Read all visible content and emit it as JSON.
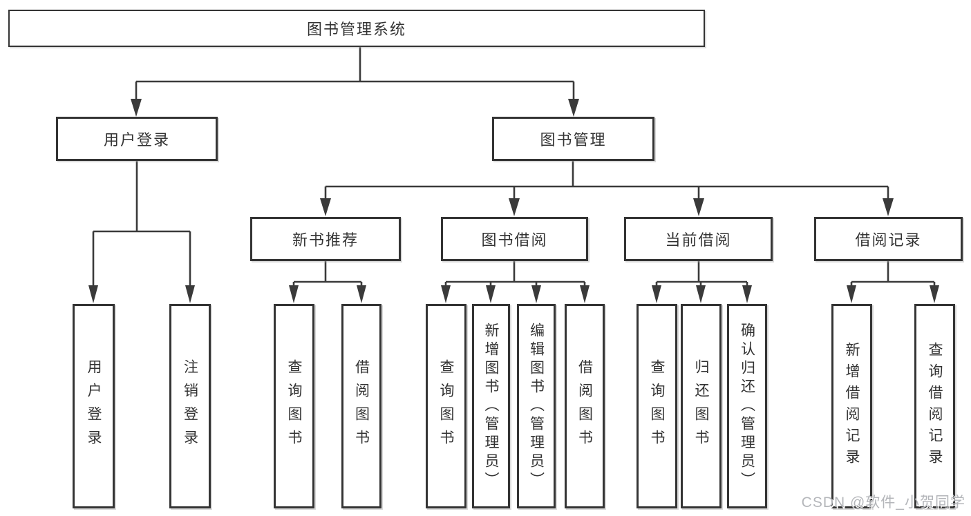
{
  "diagram": {
    "title": "图书管理系统",
    "type": "hierarchy-tree",
    "hierarchy": {
      "图书管理系统": {
        "用户登录": [
          "用户登录",
          "注销登录"
        ],
        "图书管理": {
          "新书推荐": [
            "查询图书",
            "借阅图书"
          ],
          "图书借阅": [
            "查询图书",
            "新增图书（管理员）",
            "编辑图书（管理员）",
            "借阅图书"
          ],
          "当前借阅": [
            "查询图书",
            "归还图书",
            "确认归还（管理员）"
          ],
          "借阅记录": [
            "新增借阅记录",
            "查询借阅记录"
          ]
        }
      }
    }
  },
  "tree": {
    "root": {
      "label": "图书管理系统"
    },
    "level2": [
      {
        "label": "用户登录"
      },
      {
        "label": "图书管理"
      }
    ],
    "level3": [
      {
        "label": "新书推荐"
      },
      {
        "label": "图书借阅"
      },
      {
        "label": "当前借阅"
      },
      {
        "label": "借阅记录"
      }
    ],
    "leaves": [
      {
        "label": "用户登录"
      },
      {
        "label": "注销登录"
      },
      {
        "label": "查询图书"
      },
      {
        "label": "借阅图书"
      },
      {
        "label": "查询图书"
      },
      {
        "label": "新增图书（管理员）"
      },
      {
        "label": "编辑图书（管理员）"
      },
      {
        "label": "借阅图书"
      },
      {
        "label": "查询图书"
      },
      {
        "label": "归还图书"
      },
      {
        "label": "确认归还（管理员）"
      },
      {
        "label": "新增借阅记录"
      },
      {
        "label": "查询借阅记录"
      }
    ]
  },
  "watermark": {
    "text": "CSDN @软件_小贺同学"
  },
  "colors": {
    "line": "#3a3a3a",
    "box_border": "#343434",
    "text": "#333333",
    "background": "#ffffff",
    "watermark": "#b4b6ba"
  }
}
